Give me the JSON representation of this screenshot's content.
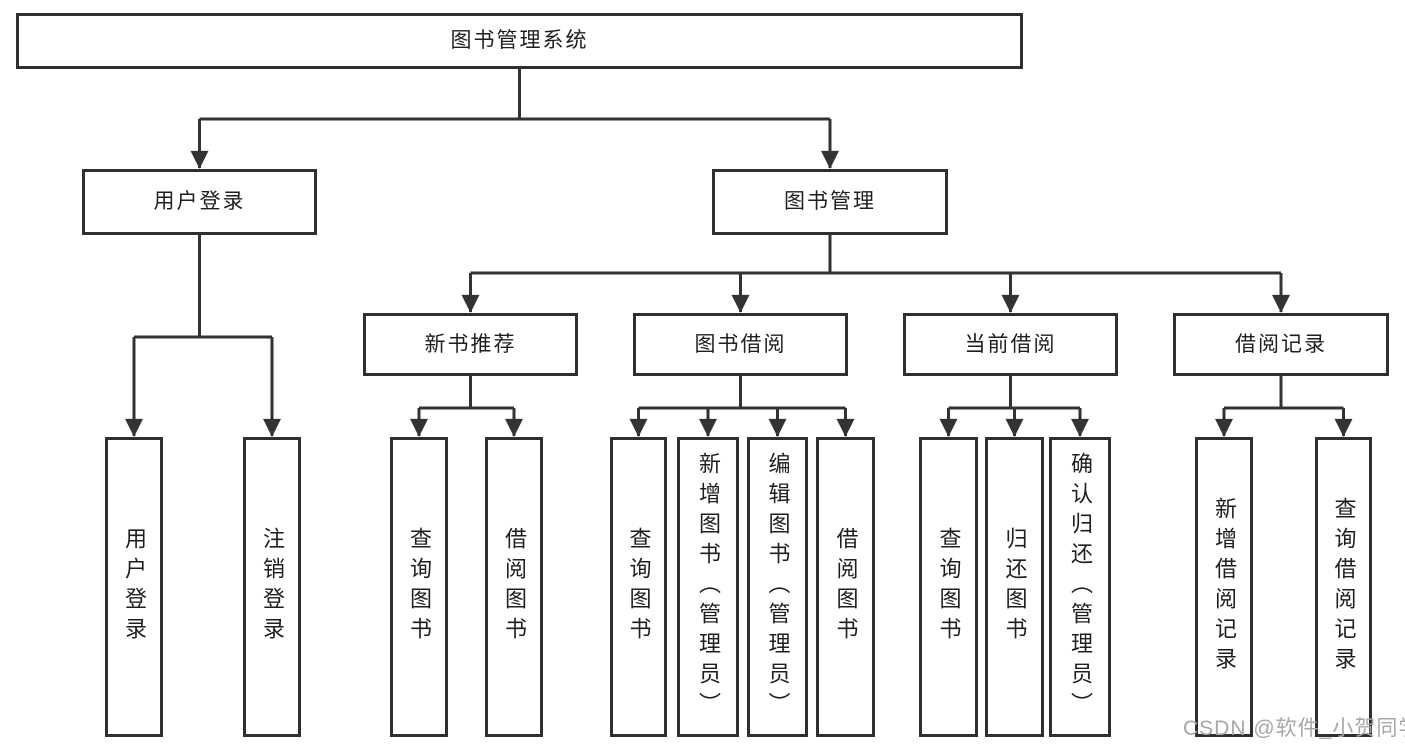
{
  "diagram": {
    "root": "图书管理系统",
    "user_login": {
      "label": "用户登录",
      "children": {
        "login": "用户登录",
        "logout": "注销登录"
      }
    },
    "book_management": {
      "label": "图书管理",
      "new_book_recommendation": {
        "label": "新书推荐",
        "children": {
          "query_books": "查询图书",
          "borrow_books": "借阅图书"
        }
      },
      "book_borrowing": {
        "label": "图书借阅",
        "children": {
          "query_books": "查询图书",
          "add_books_admin": "新增图书（管理员）",
          "edit_books_admin": "编辑图书（管理员）",
          "borrow_books": "借阅图书"
        }
      },
      "current_borrowing": {
        "label": "当前借阅",
        "children": {
          "query_books": "查询图书",
          "return_books": "归还图书",
          "confirm_return_admin": "确认归还（管理员）"
        }
      },
      "borrowing_records": {
        "label": "借阅记录",
        "children": {
          "add_record": "新增借阅记录",
          "query_record": "查询借阅记录"
        }
      }
    }
  },
  "watermark": {
    "text": "CSDN @软件_小贺同学"
  },
  "colors": {
    "line": "#333333",
    "box_border": "#2f2f2f",
    "text": "#1f1f1f",
    "watermark": "#a8a8a8",
    "background": "#ffffff"
  }
}
